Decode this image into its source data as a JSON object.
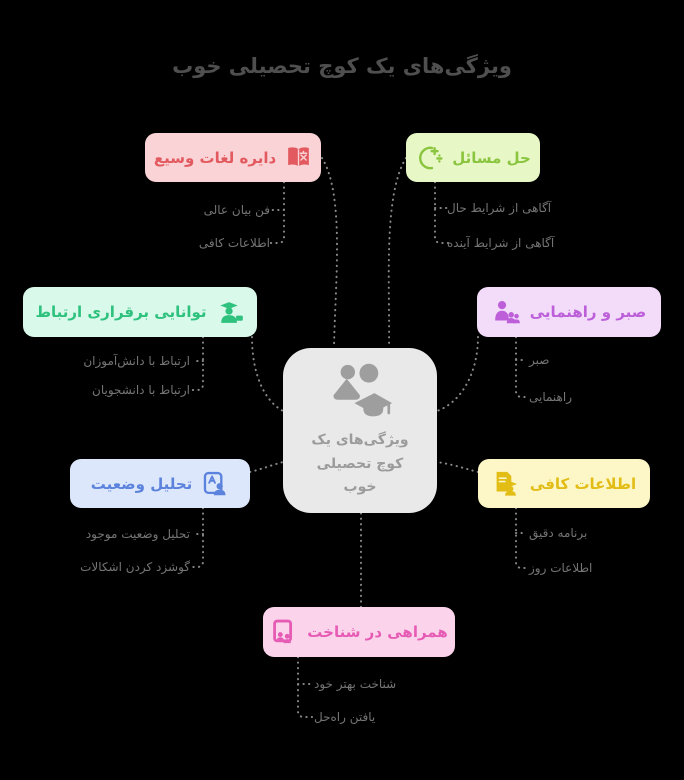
{
  "title": "ویژگی‌های یک کوچ تحصیلی خوب",
  "center": {
    "lines": [
      "ویژگی‌های یک",
      "کوچ تحصیلی",
      "خوب"
    ]
  },
  "branches": {
    "vocabulary": {
      "label": "دایره لغات وسیع",
      "icon": "translate-book-icon",
      "accent": "#e25a5f",
      "bg": "#f9d3d6",
      "children": [
        "فن بیان عالی",
        "اطلاعات کافی"
      ]
    },
    "problem_solving": {
      "label": "حل مسائل",
      "icon": "mind-sparkle-icon",
      "accent": "#8bc53f",
      "bg": "#e7f8c6",
      "children": [
        "آگاهی از شرایط حال",
        "آگاهی از شرایط آینده"
      ]
    },
    "communication": {
      "label": "توانایی برقراری ارتباط",
      "icon": "graduate-person-icon",
      "accent": "#2ec27e",
      "bg": "#d9f9ea",
      "children": [
        "ارتباط با دانش‌آموزان",
        "ارتباط با دانشجویان"
      ]
    },
    "patience_guidance": {
      "label": "صبر و راهنمایی",
      "icon": "family-icon",
      "accent": "#bc5fd9",
      "bg": "#f3dcfa",
      "children": [
        "صبر",
        "راهنمایی"
      ]
    },
    "situation_analysis": {
      "label": "تحلیل وضعیت",
      "icon": "screen-letter-icon",
      "accent": "#5b82dc",
      "bg": "#dce7fb",
      "children": [
        "تحلیل وضعیت موجود",
        "گوشزد کردن اشکالات"
      ]
    },
    "sufficient_info": {
      "label": "اطلاعات کافی",
      "icon": "document-graduate-icon",
      "accent": "#e2bd16",
      "bg": "#fdf6c7",
      "children": [
        "برنامه دقیق",
        "اطلاعات روز"
      ]
    },
    "recognition_support": {
      "label": "همراهی در شناخت",
      "icon": "board-people-icon",
      "accent": "#e65cb5",
      "bg": "#fbd4ec",
      "children": [
        "شناخت بهتر خود",
        "یافتن راه‌حل"
      ]
    }
  },
  "colors": {
    "background": "#000000",
    "title_text": "#4f4f4f",
    "child_text": "#757575",
    "connector": "#8a8a8a",
    "center_bg": "#e9e9e9",
    "center_text": "#9b9b9b",
    "center_icon": "#9e9e9e"
  }
}
